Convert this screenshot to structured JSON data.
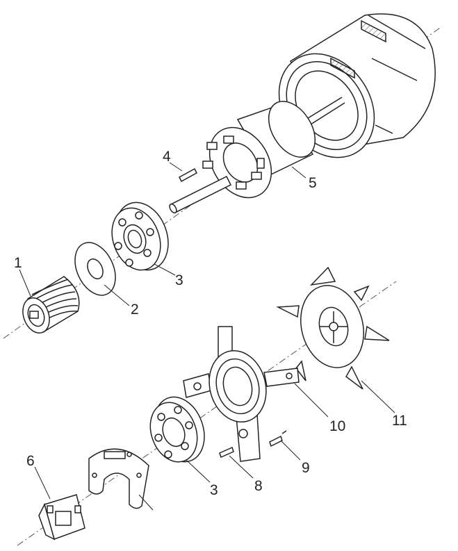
{
  "callouts": [
    {
      "id": "c1",
      "label": "1"
    },
    {
      "id": "c2",
      "label": "2"
    },
    {
      "id": "c3a",
      "label": "3"
    },
    {
      "id": "c4",
      "label": "4"
    },
    {
      "id": "c5",
      "label": "5"
    },
    {
      "id": "c3b",
      "label": "3"
    },
    {
      "id": "c6",
      "label": "6"
    },
    {
      "id": "c8",
      "label": "8"
    },
    {
      "id": "c9",
      "label": "9"
    },
    {
      "id": "c10",
      "label": "10"
    },
    {
      "id": "c11",
      "label": "11"
    }
  ],
  "colors": {
    "line": "#222222",
    "hatch": "#444444",
    "axis": "#555555",
    "fill": "#ffffff"
  }
}
